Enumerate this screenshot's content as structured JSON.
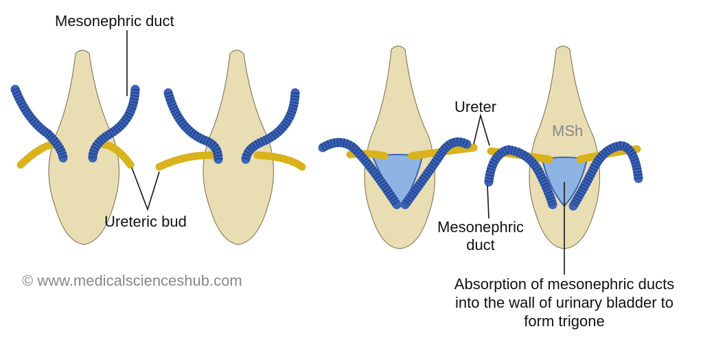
{
  "labels": {
    "mesonephric_duct_top": "Mesonephric duct",
    "ureteric_bud": "Ureteric bud",
    "ureter": "Ureter",
    "msh": "MSh",
    "mesonephric_duct_bottom_line1": "Mesonephric",
    "mesonephric_duct_bottom_line2": "duct",
    "watermark": "© www.medicalscienceshub.com",
    "caption_line1": "Absorption of mesonephric ducts",
    "caption_line2": "into the wall of urinary bladder to",
    "caption_line3": "form trigone"
  },
  "colors": {
    "bladder": "#e9ddb4",
    "mesonephric_duct": "#3b62b4",
    "ureteric_bud": "#d9b21c",
    "trigone": "#8db4e2"
  }
}
